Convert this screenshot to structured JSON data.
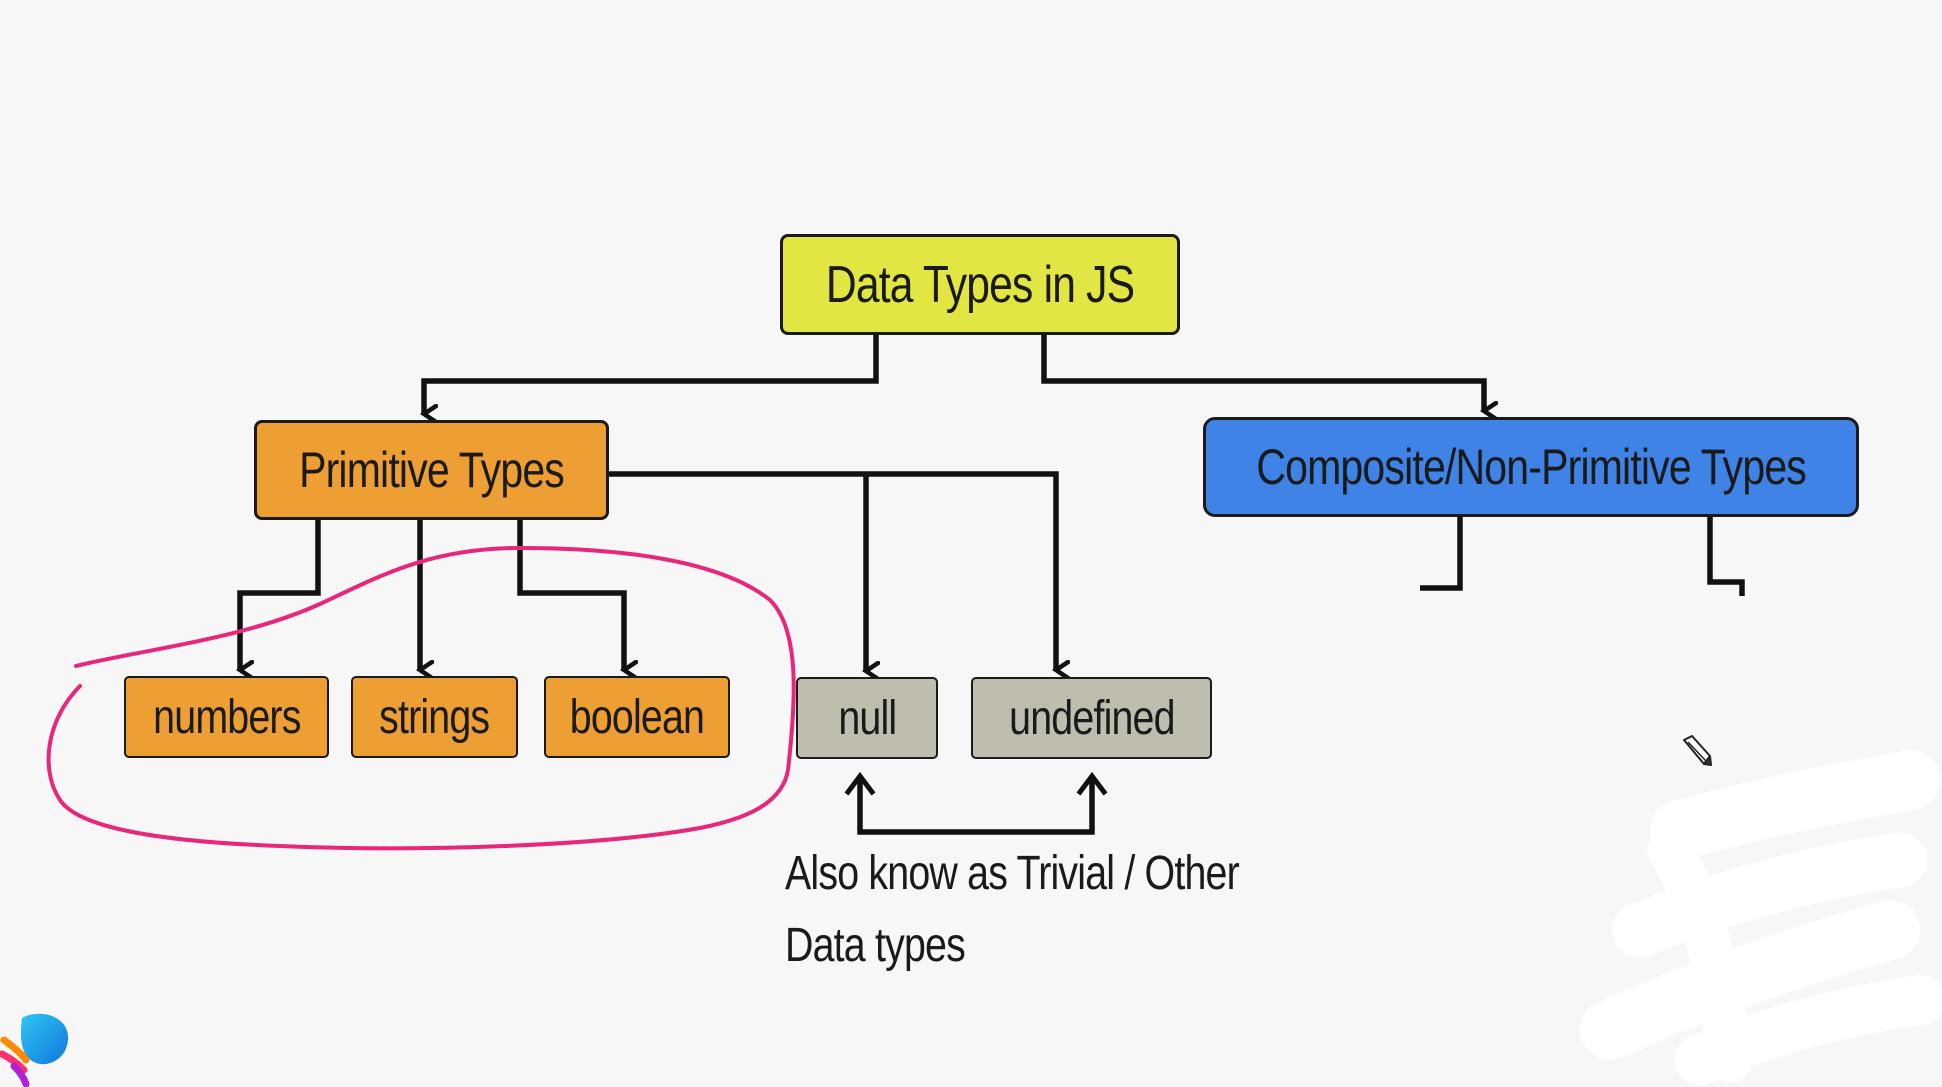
{
  "diagram": {
    "root": {
      "label": "Data Types in JS",
      "color": "#e1e642"
    },
    "primitive": {
      "label": "Primitive Types",
      "color": "#ee9f34"
    },
    "composite": {
      "label": "Composite/Non-Primitive Types",
      "color": "#3f83e6"
    },
    "primitive_children": [
      {
        "label": "numbers",
        "color": "#ee9f34"
      },
      {
        "label": "strings",
        "color": "#ee9f34"
      },
      {
        "label": "boolean",
        "color": "#ee9f34"
      }
    ],
    "trivial_children": [
      {
        "label": "null",
        "color": "#bfbeae"
      },
      {
        "label": "undefined",
        "color": "#bfbeae"
      }
    ],
    "trivial_note": {
      "line1": "Also know as Trivial / Other",
      "line2": "Data types"
    },
    "annotation": {
      "type": "hand-drawn circle",
      "color": "#e8267a"
    }
  },
  "overlay": {
    "logo_icon": "app-logo-icon",
    "cursor_icon": "pencil-cursor-icon"
  }
}
